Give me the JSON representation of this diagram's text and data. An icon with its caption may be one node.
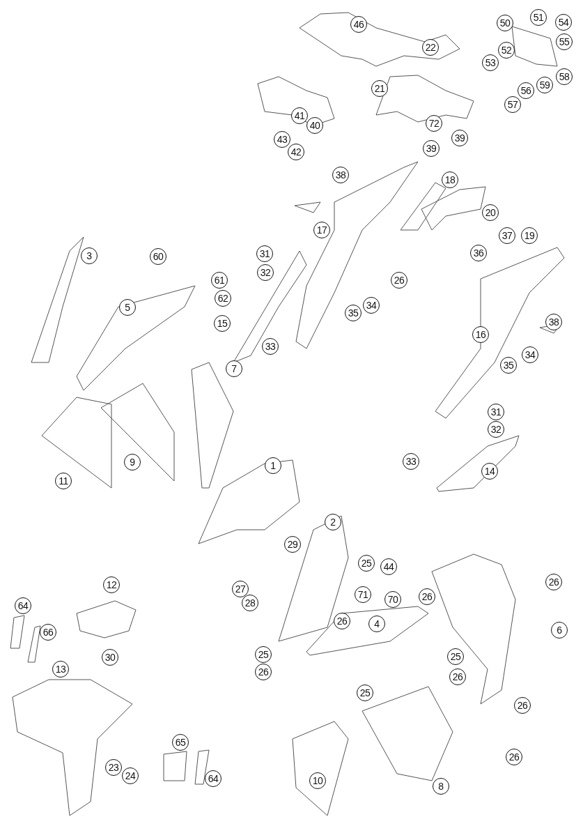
{
  "diagram": {
    "labels": [
      "51",
      "54",
      "50",
      "46",
      "55",
      "22",
      "52",
      "53",
      "58",
      "59",
      "21",
      "56",
      "57",
      "41",
      "72",
      "40",
      "39",
      "43",
      "39",
      "42",
      "38",
      "18",
      "20",
      "17",
      "37",
      "19",
      "31",
      "3",
      "60",
      "36",
      "32",
      "61",
      "26",
      "62",
      "34",
      "5",
      "35",
      "15",
      "38",
      "16",
      "33",
      "34",
      "35",
      "7",
      "31",
      "32",
      "33",
      "9",
      "1",
      "14",
      "11",
      "2",
      "29",
      "25",
      "44",
      "12",
      "27",
      "71",
      "26",
      "26",
      "70",
      "28",
      "64",
      "26",
      "4",
      "6",
      "66",
      "25",
      "25",
      "30",
      "13",
      "26",
      "26",
      "25",
      "26",
      "65",
      "26",
      "23",
      "24",
      "64",
      "10",
      "8"
    ]
  }
}
